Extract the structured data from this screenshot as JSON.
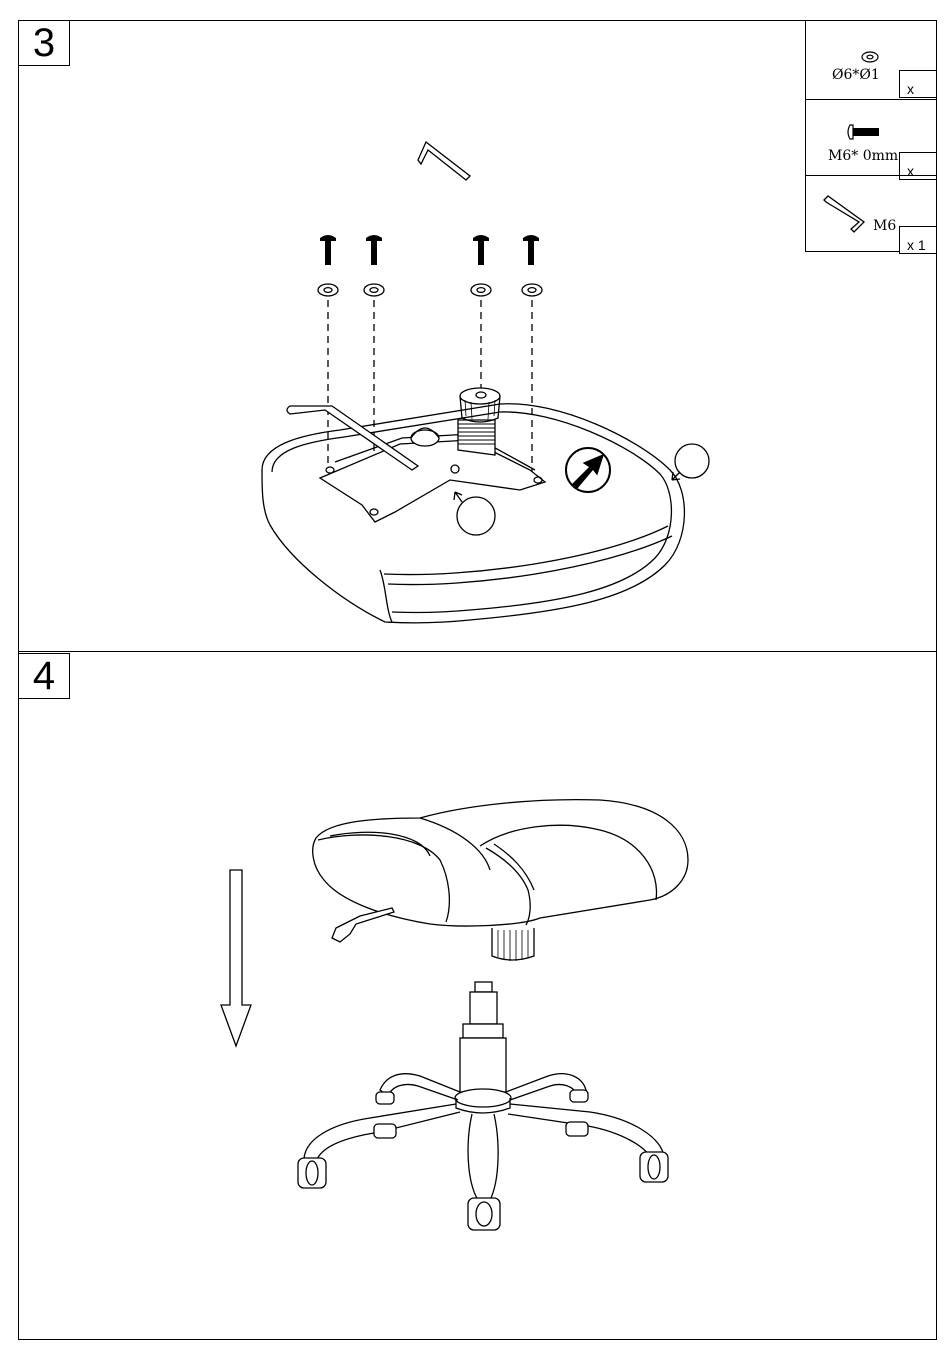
{
  "steps": {
    "step3": {
      "number": "3"
    },
    "step4": {
      "number": "4"
    }
  },
  "parts": [
    {
      "icon": "washer-icon",
      "label": "Ø6*Ø1",
      "qty": "x"
    },
    {
      "icon": "bolt-icon",
      "label": "M6* 0mm",
      "qty": "x"
    },
    {
      "icon": "hex-key-icon",
      "label": "M6",
      "qty": "x 1"
    }
  ]
}
